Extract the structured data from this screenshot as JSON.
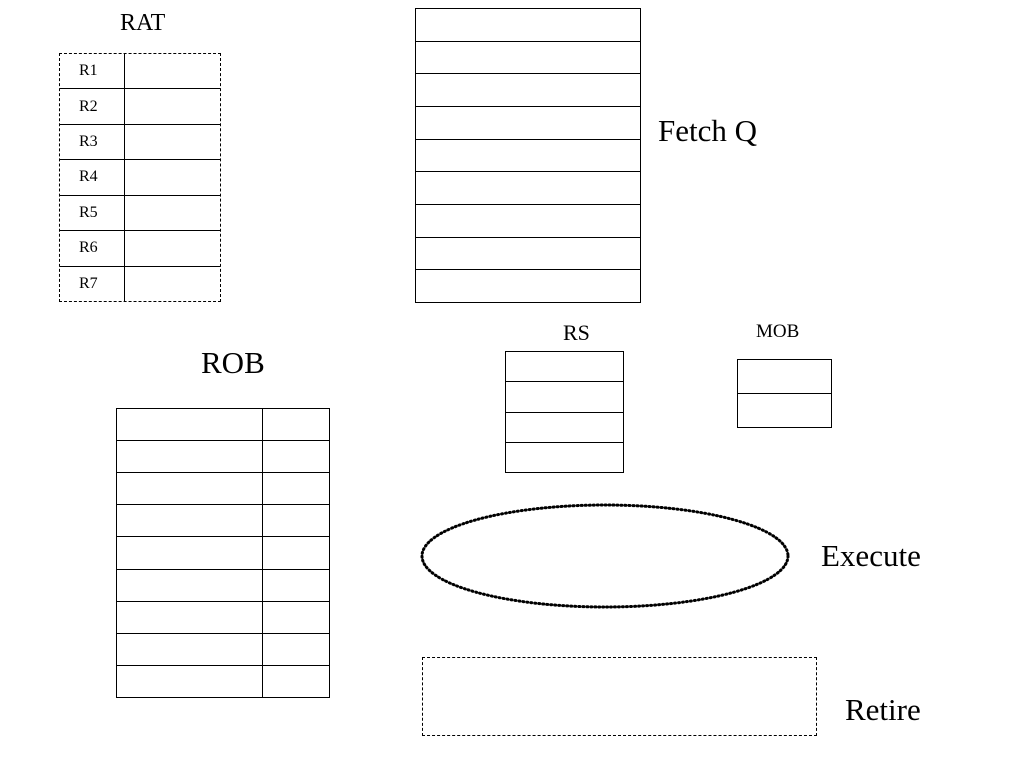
{
  "rat": {
    "title": "RAT",
    "registers": [
      "R1",
      "R2",
      "R3",
      "R4",
      "R5",
      "R6",
      "R7"
    ]
  },
  "fetch_queue": {
    "label": "Fetch Q",
    "rows": 9
  },
  "rob": {
    "title": "ROB",
    "rows": 9
  },
  "rs": {
    "label": "RS",
    "rows": 4
  },
  "mob": {
    "label": "MOB",
    "rows": 2
  },
  "execute": {
    "label": "Execute"
  },
  "retire": {
    "label": "Retire"
  }
}
